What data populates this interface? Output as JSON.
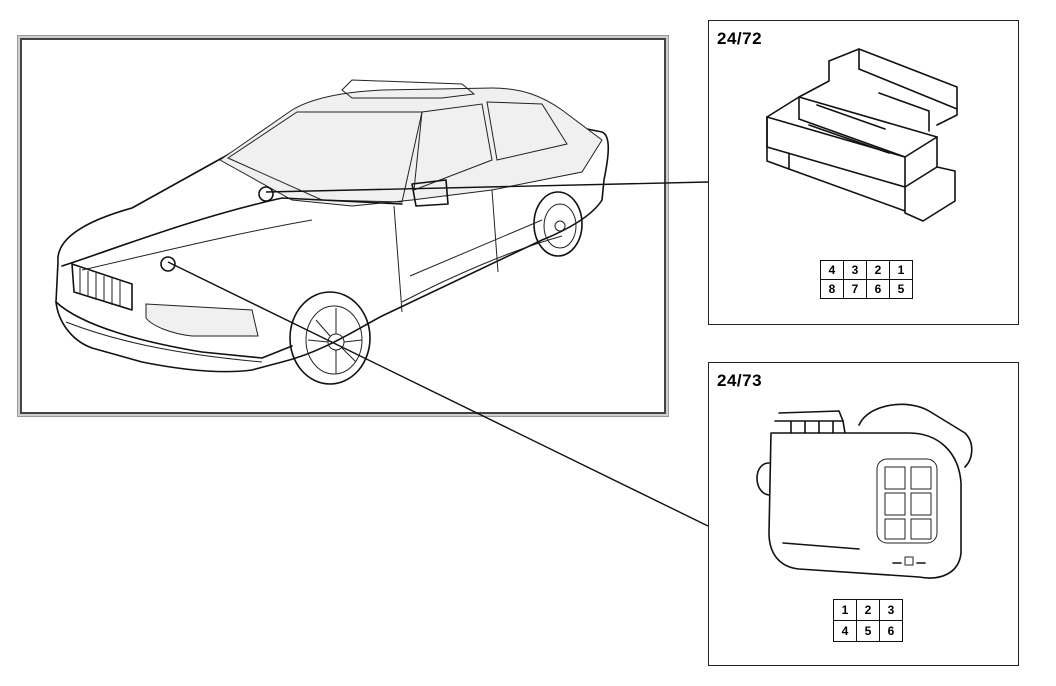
{
  "connectors": [
    {
      "label": "24/72",
      "pins": [
        [
          "4",
          "3",
          "2",
          "1"
        ],
        [
          "8",
          "7",
          "6",
          "5"
        ]
      ],
      "icon": "multi-pin-connector-icon"
    },
    {
      "label": "24/73",
      "pins": [
        [
          "1",
          "2",
          "3"
        ],
        [
          "4",
          "5",
          "6"
        ]
      ],
      "icon": "round-connector-icon"
    }
  ],
  "illustration": {
    "icon": "sedan-car-icon"
  }
}
